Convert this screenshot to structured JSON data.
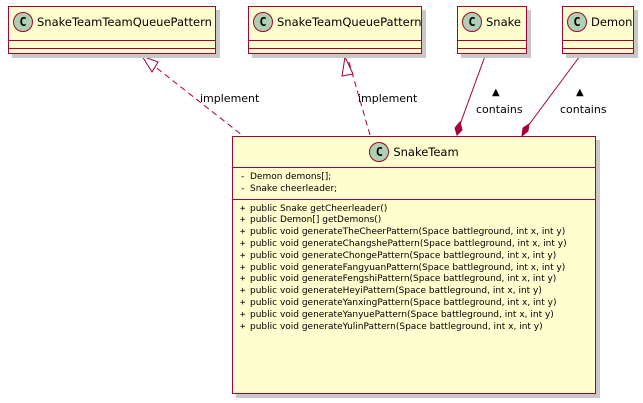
{
  "diagram": {
    "classes": {
      "team_team_queue": {
        "badge": "C",
        "name": "SnakeTeamTeamQueuePattern"
      },
      "team_queue": {
        "badge": "C",
        "name": "SnakeTeamQueuePattern"
      },
      "snake": {
        "badge": "C",
        "name": "Snake"
      },
      "demon": {
        "badge": "C",
        "name": "Demon"
      },
      "snake_team": {
        "badge": "C",
        "name": "SnakeTeam",
        "fields": [
          {
            "vis": "-",
            "text": "Demon demons[];"
          },
          {
            "vis": "-",
            "text": "Snake cheerleader;"
          }
        ],
        "methods": [
          {
            "vis": "+",
            "text": "public Snake getCheerleader()"
          },
          {
            "vis": "+",
            "text": "public Demon[] getDemons()"
          },
          {
            "vis": "+",
            "text": "public void generateTheCheerPattern(Space battleground, int x, int y)"
          },
          {
            "vis": "+",
            "text": "public void generateChangshePattern(Space battleground, int x, int y)"
          },
          {
            "vis": "+",
            "text": "public void generateChongePattern(Space battleground,  int x, int y)"
          },
          {
            "vis": "+",
            "text": "public void generateFangyuanPattern(Space battleground,  int x, int y)"
          },
          {
            "vis": "+",
            "text": "public void generateFengshiPattern(Space battleground,  int x, int y)"
          },
          {
            "vis": "+",
            "text": "public void generateHeyiPattern(Space battleground,  int x, int y)"
          },
          {
            "vis": "+",
            "text": "public void generateYanxingPattern(Space battleground,  int x, int y)"
          },
          {
            "vis": "+",
            "text": "public void generateYanyuePattern(Space battleground,  int x, int y)"
          },
          {
            "vis": "+",
            "text": "public void generateYulinPattern(Space battleground,  int x, int y)"
          }
        ]
      }
    },
    "relations": {
      "implement_1": "implement",
      "implement_2": "implement",
      "contains_1": "contains",
      "contains_2": "contains",
      "direction_arrow": "▲"
    },
    "colors": {
      "class_fill": "#FEFECE",
      "class_border": "#A80036",
      "badge_fill": "#ADD1B2",
      "line": "#A80036"
    }
  }
}
